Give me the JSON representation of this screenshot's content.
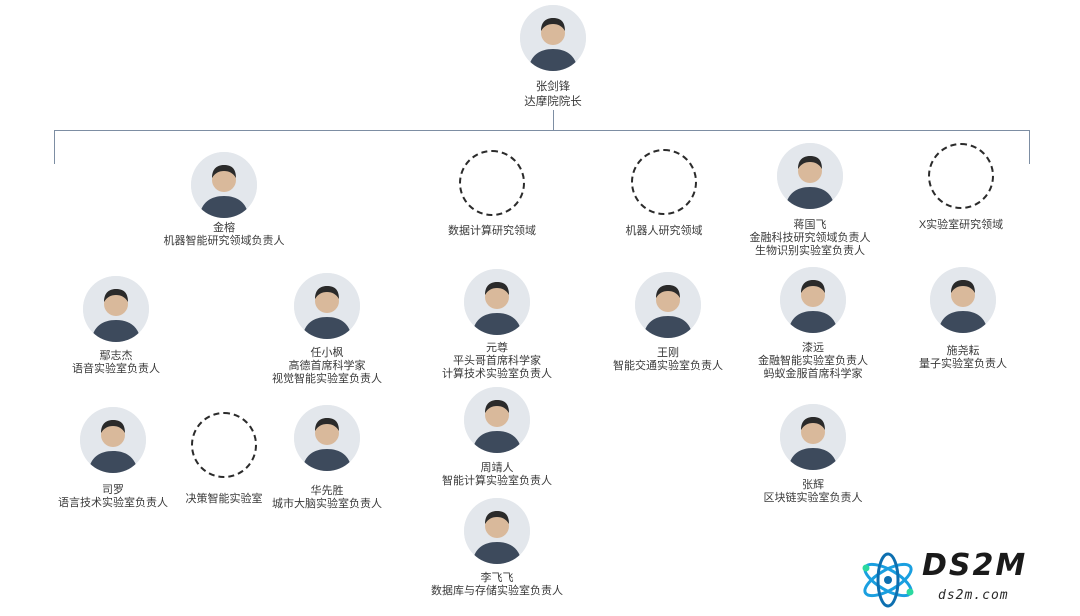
{
  "org_chart": {
    "root": {
      "name": "张剑锋",
      "title": "达摩院院长"
    },
    "domains": [
      {
        "id": "machine-intelligence",
        "name": "金榕",
        "lines": [
          "机器智能研究领域负责人"
        ]
      },
      {
        "id": "data-computing",
        "name": "",
        "lines": [
          "数据计算研究领域"
        ]
      },
      {
        "id": "robotics",
        "name": "",
        "lines": [
          "机器人研究领域"
        ]
      },
      {
        "id": "fintech",
        "name": "蒋国飞",
        "lines": [
          "金融科技研究领域负责人",
          "生物识别实验室负责人"
        ]
      },
      {
        "id": "x-lab",
        "name": "",
        "lines": [
          "X实验室研究领域"
        ]
      }
    ],
    "labs": [
      {
        "id": "yan-zhijie",
        "name": "鄢志杰",
        "lines": [
          "语音实验室负责人"
        ]
      },
      {
        "id": "ren-xiaofeng",
        "name": "任小枫",
        "lines": [
          "高德首席科学家",
          "视觉智能实验室负责人"
        ]
      },
      {
        "id": "yuan-zun",
        "name": "元尊",
        "lines": [
          "平头哥首席科学家",
          "计算技术实验室负责人"
        ]
      },
      {
        "id": "wang-gang",
        "name": "王刚",
        "lines": [
          "智能交通实验室负责人"
        ]
      },
      {
        "id": "qi-yuan",
        "name": "漆远",
        "lines": [
          "金融智能实验室负责人",
          "蚂蚁金服首席科学家"
        ]
      },
      {
        "id": "shi-yaoyun",
        "name": "施尧耘",
        "lines": [
          "量子实验室负责人"
        ]
      },
      {
        "id": "si-luo",
        "name": "司罗",
        "lines": [
          "语言技术实验室负责人"
        ]
      },
      {
        "id": "decision-lab",
        "name": "",
        "lines": [
          "决策智能实验室"
        ]
      },
      {
        "id": "hua-xiansheng",
        "name": "华先胜",
        "lines": [
          "城市大脑实验室负责人"
        ]
      },
      {
        "id": "zhou-jingren",
        "name": "周靖人",
        "lines": [
          "智能计算实验室负责人"
        ]
      },
      {
        "id": "zhang-hui",
        "name": "张辉",
        "lines": [
          "区块链实验室负责人"
        ]
      },
      {
        "id": "li-feifei",
        "name": "李飞飞",
        "lines": [
          "数据库与存储实验室负责人"
        ]
      }
    ]
  },
  "logo": {
    "text": "DS2M",
    "url": "ds2m.com"
  },
  "colors": {
    "connector": "#7d8ea3",
    "dashed_ring": "#2b2b2b",
    "label_text": "#3a3a3a",
    "logo_accent": "#1a9fe0",
    "logo_node": "#2bd9a0"
  }
}
